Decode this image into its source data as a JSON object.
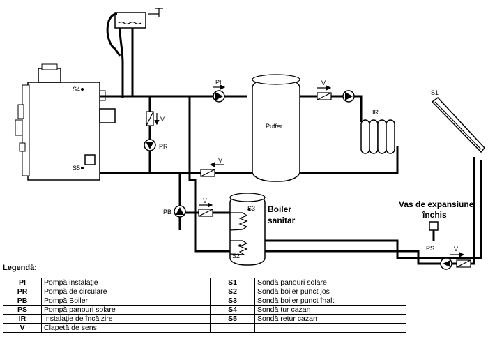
{
  "labels": {
    "pi": "PI",
    "pr": "PR",
    "pb": "PB",
    "ps": "PS",
    "ir": "IR",
    "v": "V",
    "puffer": "Puffer",
    "s1": "S1",
    "s2": "S2",
    "s3": "S3",
    "s4": "S4",
    "s5": "S5",
    "boiler_line1": "Boiler",
    "boiler_line2": "sanitar",
    "vas_line1": "Vas de expansiune",
    "vas_line2": "închis"
  },
  "legend": {
    "title": "Legendă:",
    "rows": [
      {
        "code1": "PI",
        "desc1": "Pompă instalaţie",
        "code2": "S1",
        "desc2": "Sondă panouri solare"
      },
      {
        "code1": "PR",
        "desc1": "Pompă de circulare",
        "code2": "S2",
        "desc2": "Sondă boiler punct jos"
      },
      {
        "code1": "PB",
        "desc1": "Pompă Boiler",
        "code2": "S3",
        "desc2": "Sondă boiler punct înalt"
      },
      {
        "code1": "PS",
        "desc1": "Pompă panouri solare",
        "code2": "S4",
        "desc2": "Sondă tur cazan"
      },
      {
        "code1": "IR",
        "desc1": "Instalaţie de încălzire",
        "code2": "S5",
        "desc2": "Sondă retur cazan"
      },
      {
        "code1": "V",
        "desc1": "Clapetă de sens",
        "code2": "",
        "desc2": ""
      }
    ]
  }
}
